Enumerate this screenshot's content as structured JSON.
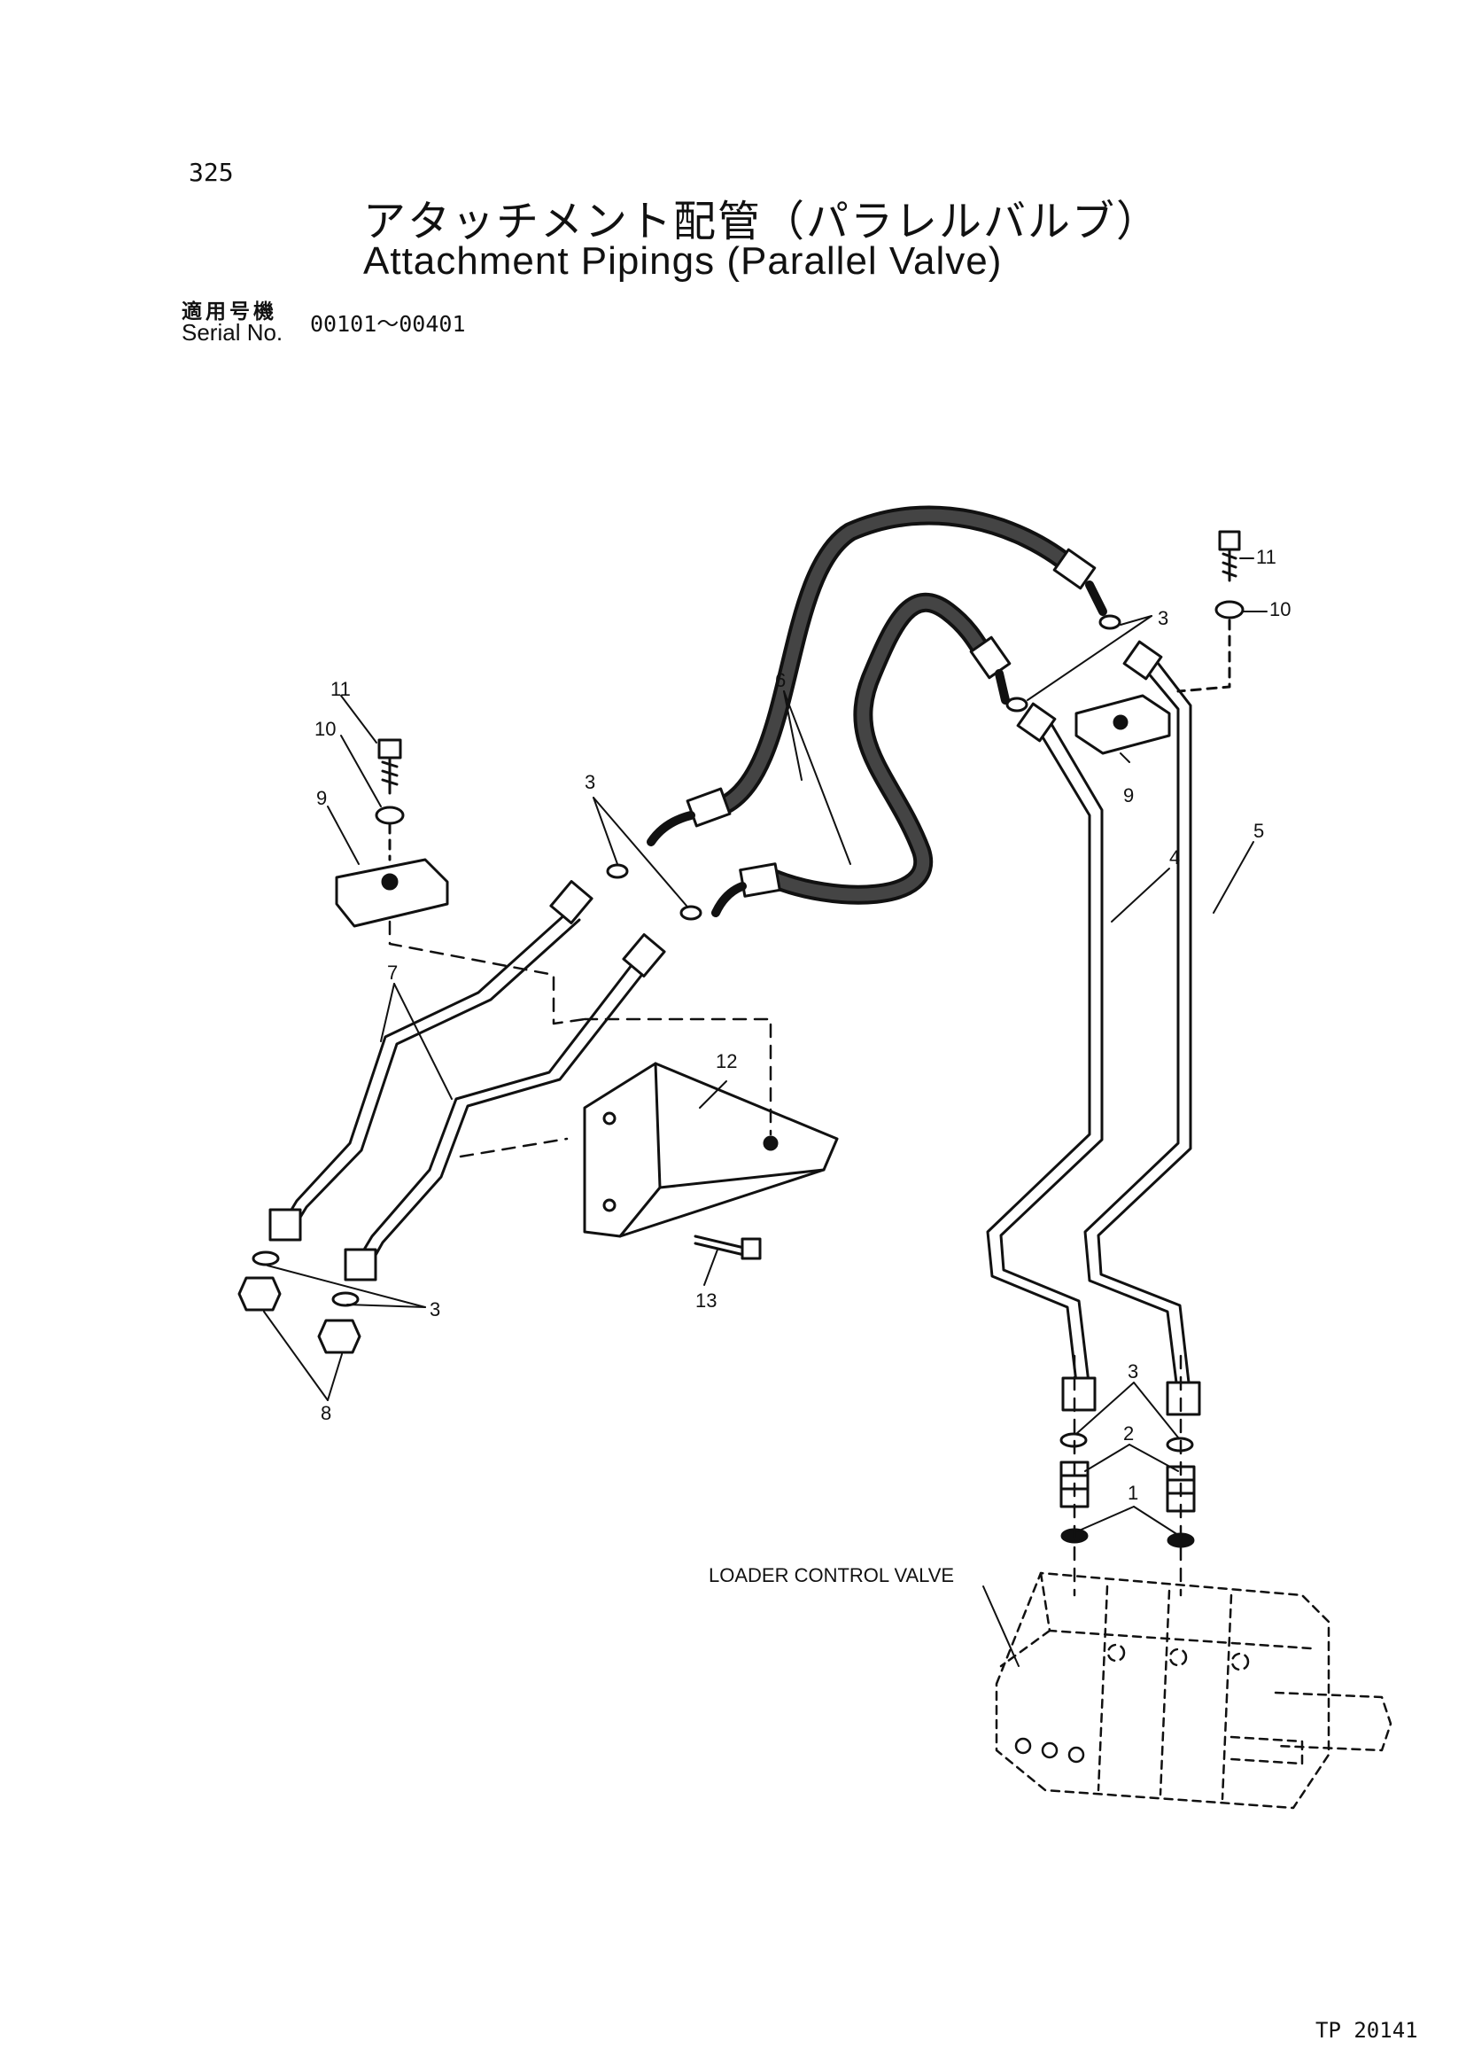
{
  "page_number": "325",
  "title_jp": "アタッチメント配管（パラレルバルブ）",
  "title_en": "Attachment Pipings (Parallel Valve)",
  "serial": {
    "label_jp": "適用号機",
    "label_en": "Serial No.",
    "range": "00101～00401"
  },
  "diagram": {
    "valve_label": "LOADER CONTROL VALVE",
    "callouts": [
      "1",
      "2",
      "3",
      "3",
      "3",
      "3",
      "4",
      "5",
      "6",
      "7",
      "8",
      "9",
      "9",
      "10",
      "10",
      "11",
      "11",
      "12",
      "13"
    ]
  },
  "doc_code": "TP 20141"
}
